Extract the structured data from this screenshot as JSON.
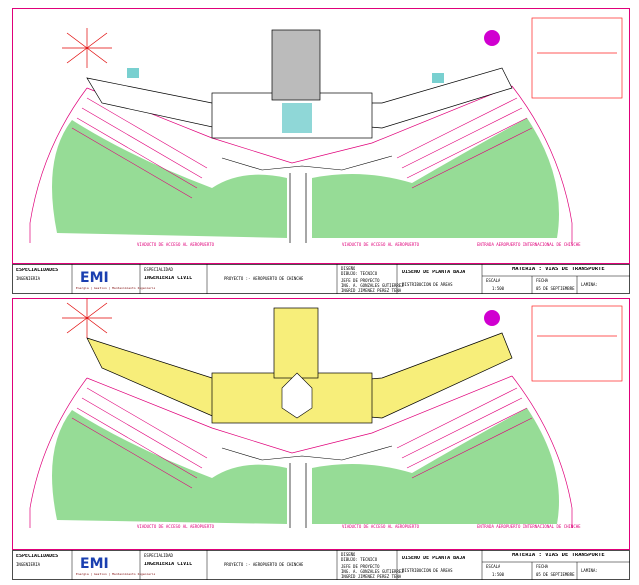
{
  "colors": {
    "frame": "#e0007a",
    "green": "#3fbf3f",
    "yellow": "#f7ee7a",
    "cyan": "#1fb0b0",
    "magenta": "#d000d0",
    "black": "#000000",
    "red": "#ff2020"
  },
  "sheets": [
    {
      "road_labels": [
        "VIADUCTO DE ACCESO AL AEROPUERTO",
        "VIADUCTO DE ACCESO AL AEROPUERTO",
        "ENTRADA AEROPUERTO INTERNACIONAL DE CHINCHE"
      ],
      "title_block": {
        "company": "ESPECIALIDADES",
        "company_sub": "INGENIERIA",
        "logo": "EMI",
        "logo_tag": "Energia | Gestion | Mantenimiento Ingenieria",
        "discipline_label": "ESPECIALIDAD",
        "discipline": "INGENIERIA CIVIL",
        "project": "PROYECTO :- AEROPUERTO DE CHINCHE",
        "designer_label": "DISEÑO",
        "designer": "DIBUJO: TECNICO",
        "reviewers": [
          "JEFE DE PROYECTO",
          "ING. A. GONZALES GUTIERREZ",
          "INGRID JIMENEZ PEREZ TENA"
        ],
        "drawing_title": "DISEÑO DE PLANTA BAJA",
        "drawing_sub": "DISTRIBUCION DE ÁREAS",
        "scale_label": "ESCALA",
        "scale": "1:500",
        "subject": "MATERIA : VÍAS DE TRANSPORTE",
        "date_label": "FECHA",
        "date": "05 DE SEPTIEMBRE",
        "sheet_label": "LAMINA:"
      }
    },
    {
      "road_labels": [
        "VIADUCTO DE ACCESO AL AEROPUERTO",
        "VIADUCTO DE ACCESO AL AEROPUERTO",
        "ENTRADA AEROPUERTO INTERNACIONAL DE CHINCHE"
      ],
      "title_block": {
        "company": "ESPECIALIDADES",
        "company_sub": "INGENIERIA",
        "logo": "EMI",
        "logo_tag": "Energia | Gestion | Mantenimiento Ingenieria",
        "discipline_label": "ESPECIALIDAD",
        "discipline": "INGENIERIA CIVIL",
        "project": "PROYECTO :- AEROPUERTO DE CHINCHE",
        "designer_label": "DISEÑO",
        "designer": "DIBUJO: TECNICO",
        "reviewers": [
          "JEFE DE PROYECTO",
          "ING. A. GONZALES GUTIERREZ",
          "INGRID JIMENEZ PEREZ TENA"
        ],
        "drawing_title": "DISEÑO DE PLANTA BAJA",
        "drawing_sub": "DISTRIBUCION DE ÁREAS",
        "scale_label": "ESCALA",
        "scale": "1:500",
        "subject": "MATERIA : VÍAS DE TRANSPORTE",
        "date_label": "FECHA",
        "date": "05 DE SEPTIEMBRE",
        "sheet_label": "LAMINA:"
      }
    }
  ]
}
